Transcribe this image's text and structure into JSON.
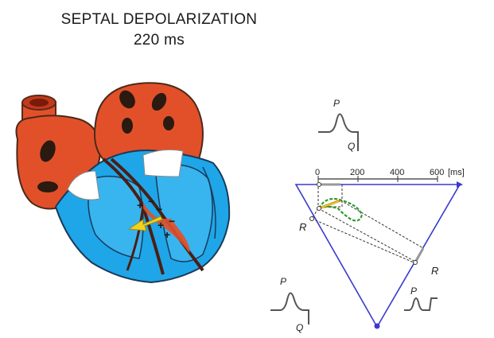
{
  "header": {
    "title": "SEPTAL DEPOLARIZATION",
    "time": "220 ms"
  },
  "axis": {
    "ticks": [
      "0",
      "200",
      "400",
      "600"
    ],
    "unit": "[ms]"
  },
  "leads": {
    "top": {
      "p": "P",
      "q": "Q"
    },
    "left": {
      "p": "P",
      "q": "Q"
    },
    "right": {
      "p": "P"
    }
  },
  "triangle_labels": {
    "left_r": "R",
    "right_r": "R"
  },
  "colors": {
    "atria": "#e2502a",
    "ventricles": "#1ea6e8",
    "triangle": "#3a3ad0",
    "vector": "#f2d21c",
    "loop": "#2e9a2e"
  }
}
